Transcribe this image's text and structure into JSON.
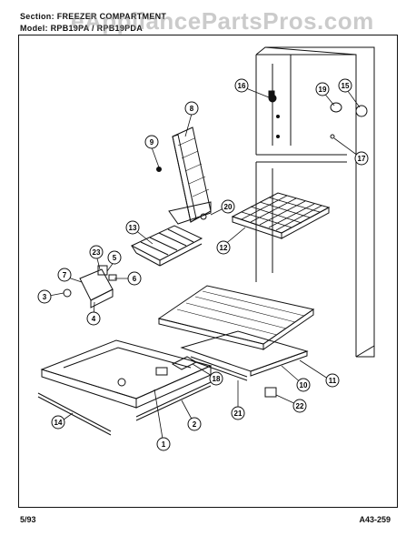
{
  "header": {
    "section": "Section: FREEZER COMPARTMENT",
    "model": "Model: RPB19PA / RPB19PDA"
  },
  "watermark": "eAppliancePartsPros.com",
  "footer": {
    "date": "5/93",
    "code": "A43-259"
  },
  "callouts": [
    "1",
    "2",
    "3",
    "4",
    "5",
    "6",
    "7",
    "8",
    "9",
    "10",
    "11",
    "12",
    "13",
    "14",
    "15",
    "16",
    "17",
    "18",
    "19",
    "20",
    "21",
    "22",
    "23"
  ],
  "colors": {
    "ink": "#111111",
    "watermark": "#8c8c8c",
    "paper": "#ffffff"
  }
}
